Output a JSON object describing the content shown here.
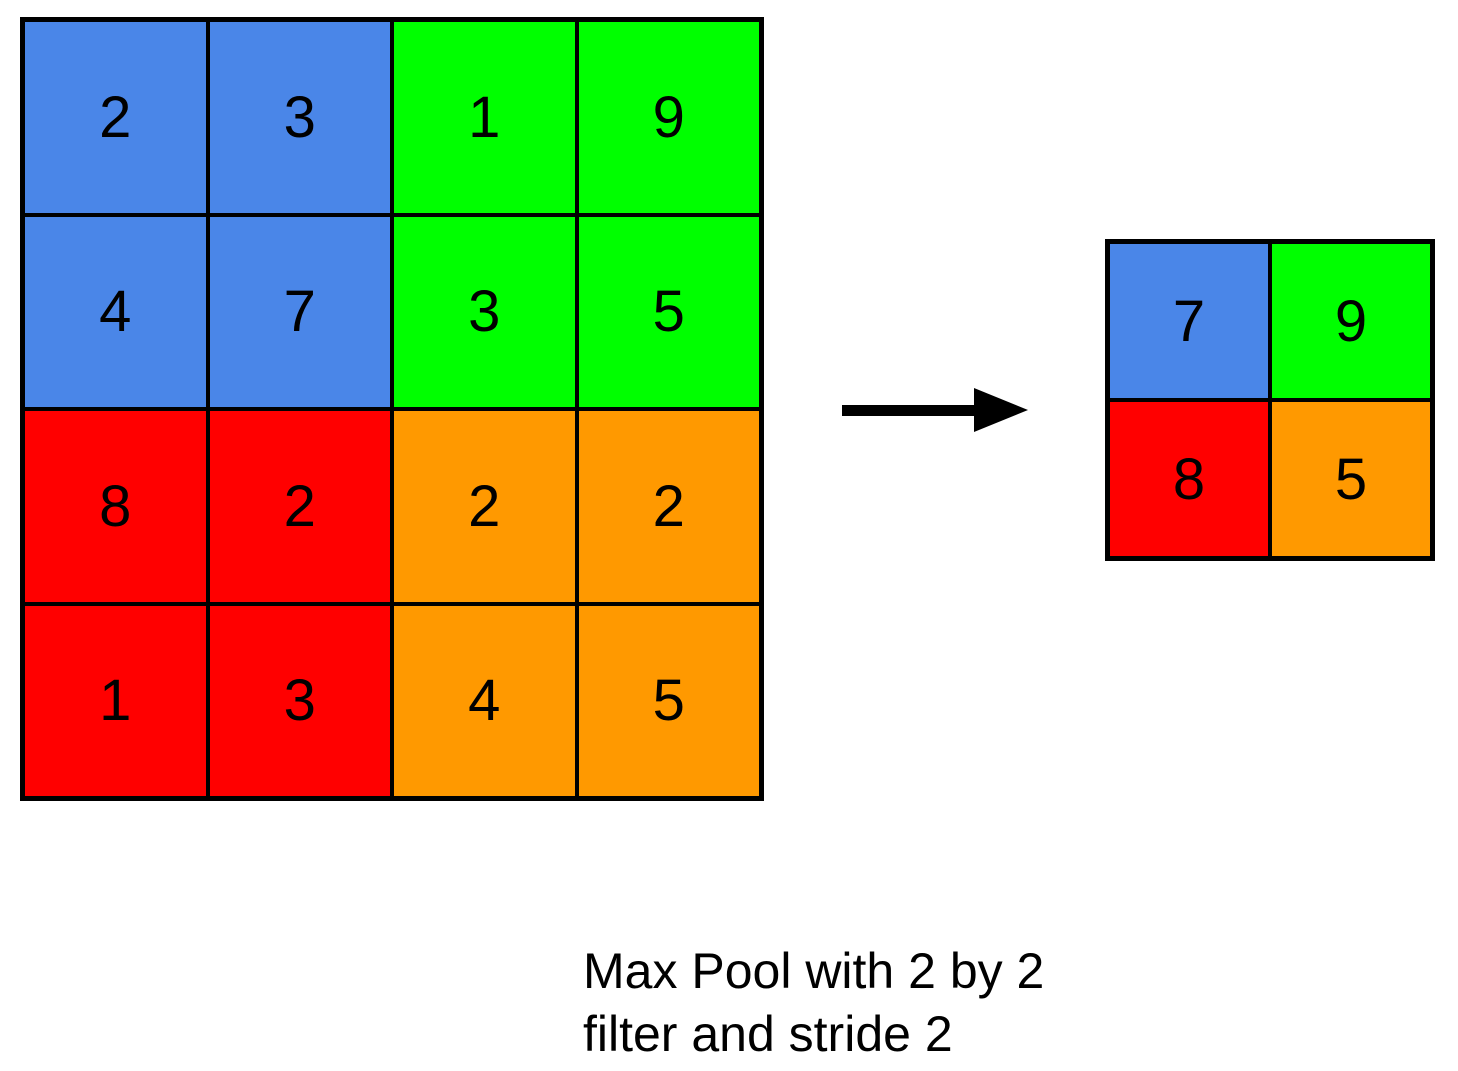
{
  "colors": {
    "blue": "#4a86e8",
    "green": "#00ff00",
    "red": "#ff0000",
    "orange": "#ff9900",
    "line": "#000000",
    "background": "#ffffff"
  },
  "input_grid": {
    "rows": 4,
    "cols": 4,
    "cells": [
      {
        "value": "2",
        "color": "#4a86e8"
      },
      {
        "value": "3",
        "color": "#4a86e8"
      },
      {
        "value": "1",
        "color": "#00ff00"
      },
      {
        "value": "9",
        "color": "#00ff00"
      },
      {
        "value": "4",
        "color": "#4a86e8"
      },
      {
        "value": "7",
        "color": "#4a86e8"
      },
      {
        "value": "3",
        "color": "#00ff00"
      },
      {
        "value": "5",
        "color": "#00ff00"
      },
      {
        "value": "8",
        "color": "#ff0000"
      },
      {
        "value": "2",
        "color": "#ff0000"
      },
      {
        "value": "2",
        "color": "#ff9900"
      },
      {
        "value": "2",
        "color": "#ff9900"
      },
      {
        "value": "1",
        "color": "#ff0000"
      },
      {
        "value": "3",
        "color": "#ff0000"
      },
      {
        "value": "4",
        "color": "#ff9900"
      },
      {
        "value": "5",
        "color": "#ff9900"
      }
    ]
  },
  "output_grid": {
    "rows": 2,
    "cols": 2,
    "cells": [
      {
        "value": "7",
        "color": "#4a86e8"
      },
      {
        "value": "9",
        "color": "#00ff00"
      },
      {
        "value": "8",
        "color": "#ff0000"
      },
      {
        "value": "5",
        "color": "#ff9900"
      }
    ]
  },
  "caption": {
    "line1": "Max Pool with 2 by 2",
    "line2": "filter and stride 2"
  }
}
